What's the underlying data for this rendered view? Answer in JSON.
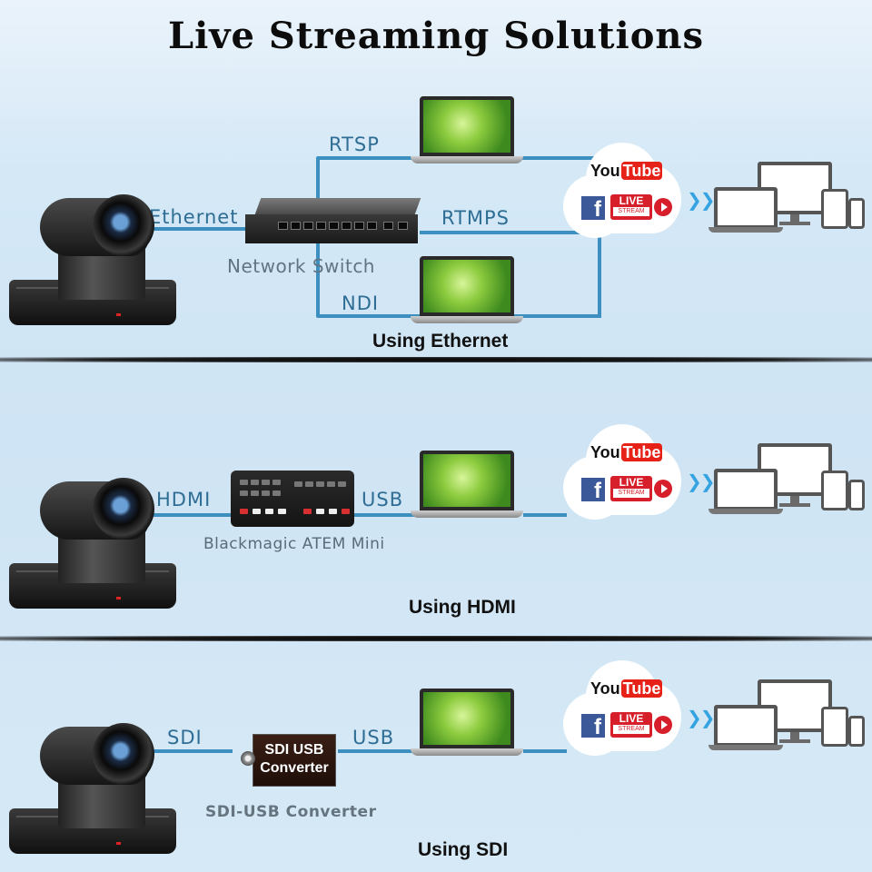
{
  "title": "Live Streaming Solutions",
  "colors": {
    "cable": "#3d8fc0",
    "label": "#2e6d94",
    "youtube_red": "#e62117",
    "facebook_blue": "#3b5998",
    "live_red": "#d61f2a",
    "arrow": "#35a3e0"
  },
  "logos": {
    "youtube_you": "You",
    "youtube_tube": "Tube",
    "facebook": "f",
    "live": "LIVE",
    "stream": "STREAM"
  },
  "sections": {
    "ethernet": {
      "heading": "Using Ethernet",
      "camera_link_label": "Ethernet",
      "device_label": "Network Switch",
      "routes": [
        "RTSP",
        "RTMPS",
        "NDI"
      ]
    },
    "hdmi": {
      "heading": "Using HDMI",
      "camera_link_label": "HDMI",
      "output_label": "USB",
      "device_label": "Blackmagic ATEM Mini"
    },
    "sdi": {
      "heading": "Using SDI",
      "camera_link_label": "SDI",
      "output_label": "USB",
      "converter_text_line1": "SDI USB",
      "converter_text_line2": "Converter",
      "device_label": "SDI-USB Converter"
    }
  }
}
